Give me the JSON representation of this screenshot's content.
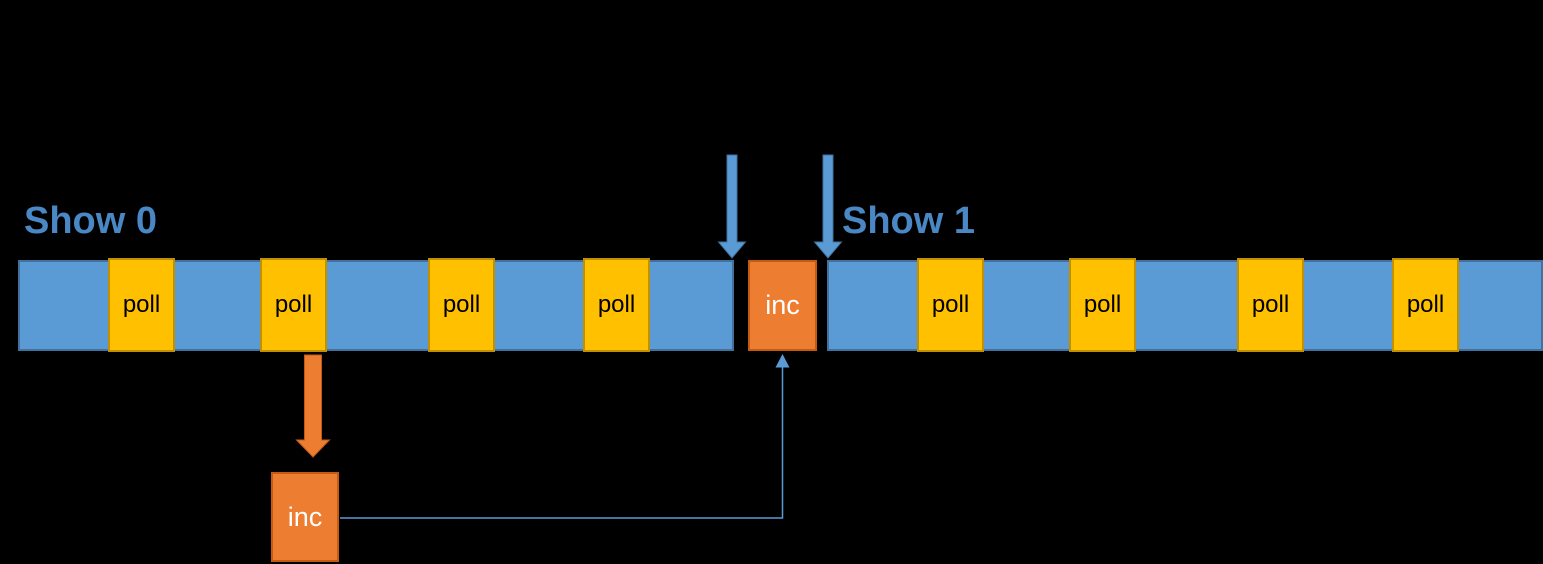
{
  "diagram": {
    "title_left": "Show 0",
    "title_right": "Show 1",
    "poll_label": "poll",
    "inc_label": "inc"
  },
  "theme": {
    "background": "#000000",
    "bar_fill": "#5B9BD5",
    "bar_border": "#41719C",
    "poll_fill": "#FFC000",
    "poll_border": "#BF9000",
    "inc_fill": "#ED7D31",
    "inc_border": "#C55A11",
    "label_color": "#4A87C5",
    "connector_color": "#5B9BD5",
    "poll_text": "#000000",
    "inc_text": "#FFFFFF"
  }
}
